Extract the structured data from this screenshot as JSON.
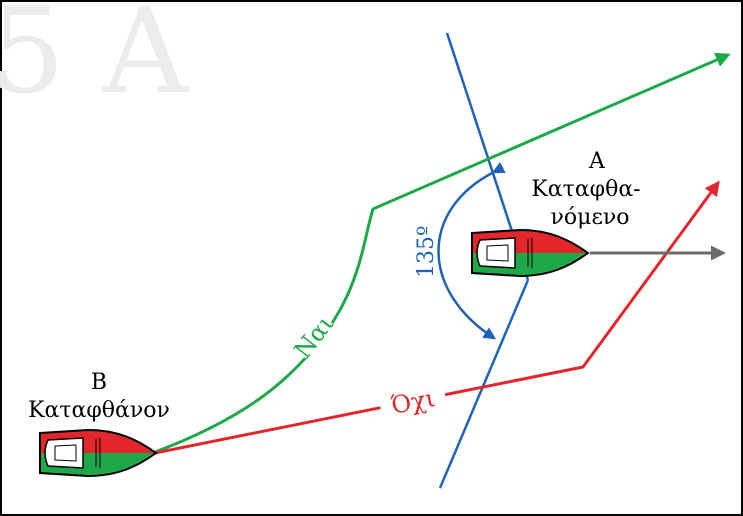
{
  "labels": {
    "boat_a_letter": "A",
    "boat_a_line1": "Καταφθα-",
    "boat_a_line2": "νόμενο",
    "boat_b_letter": "B",
    "boat_b_name": "Καταφθάνον",
    "yes_path": "Ναι",
    "no_path": "Όχι",
    "angle": "135º"
  },
  "watermark": "5 A",
  "colors": {
    "frame": "#000000",
    "yes": "#1fa84a",
    "no": "#e3262b",
    "angle": "#1f63b8",
    "heading": "#6b6b6b",
    "hull_red": "#e3262b",
    "hull_green": "#1fa84a",
    "watermark": "#ececec"
  }
}
